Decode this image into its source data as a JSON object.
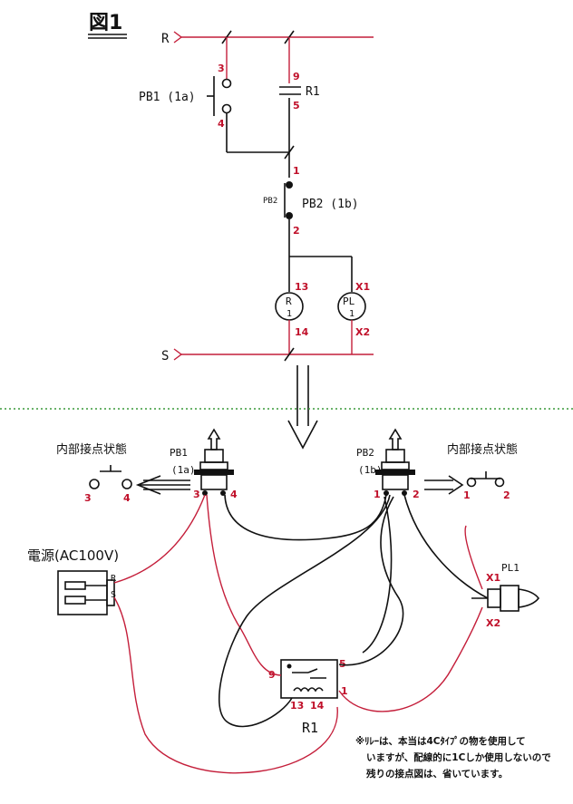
{
  "figure_title": "図1",
  "rails": {
    "r_label": "R",
    "s_label": "S"
  },
  "schematic": {
    "pb1_label": "PB1 (1a)",
    "pb1_term_top": "3",
    "pb1_term_bottom": "4",
    "r1_contact_label": "R1",
    "r1_contact_term_top": "9",
    "r1_contact_term_bottom": "5",
    "pb2_small_label": "PB2",
    "pb2_label": "PB2 (1b)",
    "pb2_term_top": "1",
    "pb2_term_bottom": "2",
    "relay_coil_text": "R",
    "relay_coil_sub": "1",
    "relay_term_top": "13",
    "relay_term_bottom": "14",
    "lamp_text": "PL",
    "lamp_sub": "1",
    "lamp_term_top": "X1",
    "lamp_term_bottom": "X2"
  },
  "wiring": {
    "left_state_title": "内部接点状態",
    "right_state_title": "内部接点状態",
    "left_state_terms": [
      "3",
      "4"
    ],
    "right_state_terms": [
      "1",
      "2"
    ],
    "pb1_name": "PB1",
    "pb1_type": "(1a)",
    "pb1_terms": [
      "3",
      "4"
    ],
    "pb2_name": "PB2",
    "pb2_type": "(1b)",
    "pb2_terms": [
      "1",
      "2"
    ],
    "power_label": "電源(AC100V)",
    "power_r": "R",
    "power_s": "S",
    "pl_name": "PL1",
    "pl_terms": [
      "X1",
      "X2"
    ],
    "relay_name": "R1",
    "relay_terms": {
      "t9": "9",
      "t5": "5",
      "t13": "13",
      "t14": "14",
      "t1": "1"
    },
    "note_lines": [
      "※ﾘﾚｰは、本当は4Cﾀｲﾌﾟの物を使用して",
      "いますが、配線的に1Cしか使用しないので",
      "残りの接点図は、省いています。"
    ]
  },
  "colors": {
    "wire_red": "#c41e3a",
    "wire_black": "#111111",
    "divider_green": "#3a9a3a"
  }
}
